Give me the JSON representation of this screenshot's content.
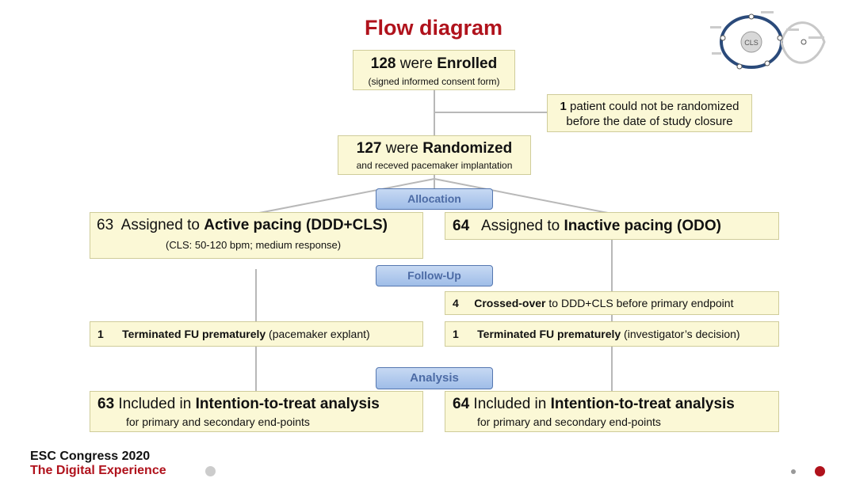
{
  "title": "Flow diagram",
  "enrolled": {
    "count": "128",
    "text1": "were",
    "text2": "Enrolled",
    "sub": "(signed informed consent form)"
  },
  "excluded": {
    "count": "1",
    "line1": "patient could not be randomized",
    "line2": "before the date of study closure"
  },
  "randomized": {
    "count": "127",
    "text1": "were",
    "text2": "Randomized",
    "sub": "and receved pacemaker implantation"
  },
  "phases": {
    "allocation": "Allocation",
    "followup": "Follow-Up",
    "analysis": "Analysis"
  },
  "active": {
    "count": "63",
    "pre": "Assigned to",
    "arm": "Active pacing (DDD+CLS)",
    "sub": "(CLS: 50-120 bpm; medium response)"
  },
  "inactive": {
    "count": "64",
    "pre": "Assigned to",
    "arm": "Inactive pacing (ODO)"
  },
  "crossover": {
    "count": "4",
    "bold": "Crossed-over",
    "rest": "to DDD+CLS before primary endpoint"
  },
  "term_left": {
    "count": "1",
    "bold": "Terminated FU prematurely",
    "rest": "(pacemaker explant)"
  },
  "term_right": {
    "count": "1",
    "bold": "Terminated FU prematurely",
    "rest": "(investigator’s decision)"
  },
  "itt_left": {
    "count": "63",
    "pre": "Included in",
    "bold": "Intention-to-treat analysis",
    "sub": "for primary and secondary end-points"
  },
  "itt_right": {
    "count": "64",
    "pre": "Included in",
    "bold": "Intention-to-treat analysis",
    "sub": "for primary and secondary end-points"
  },
  "logo": {
    "center": "CLS"
  },
  "footer": {
    "line1": "ESC Congress 2020",
    "line2": "The Digital Experience"
  },
  "colors": {
    "title": "#b0121c",
    "box": "#fbf8d6",
    "pill": "#a9c4ec",
    "dot_red": "#b0121c"
  }
}
